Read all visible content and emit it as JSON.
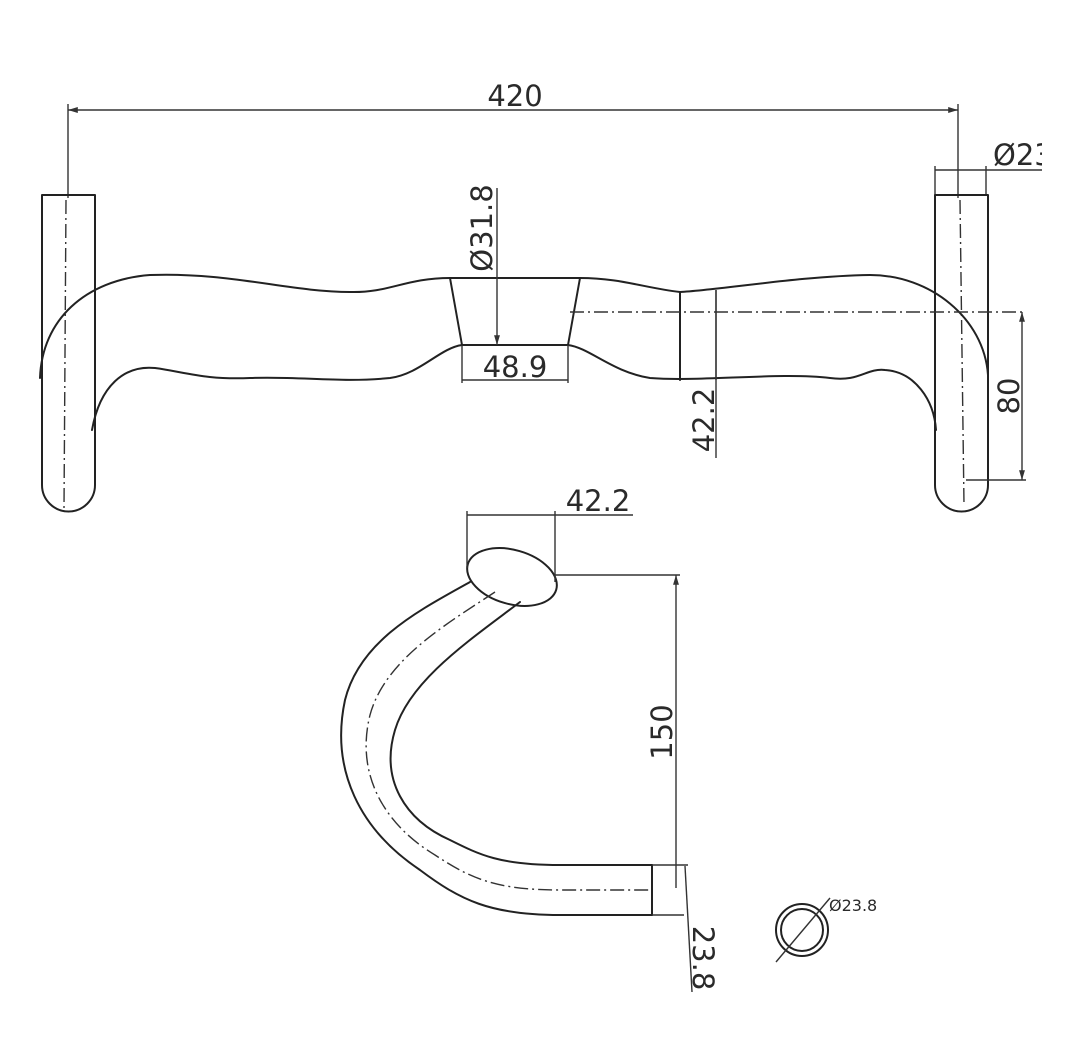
{
  "drawing": {
    "dimensions": {
      "overall_width": "420",
      "end_diameter": "Ø23",
      "clamp_diameter": "Ø31.8",
      "clamp_width": "48.9",
      "bar_height": "42.2",
      "drop_offset": "80",
      "reach": "42.2",
      "drop": "150",
      "tube_diameter": "23.8",
      "tube_section_diameter": "Ø23.8"
    }
  }
}
